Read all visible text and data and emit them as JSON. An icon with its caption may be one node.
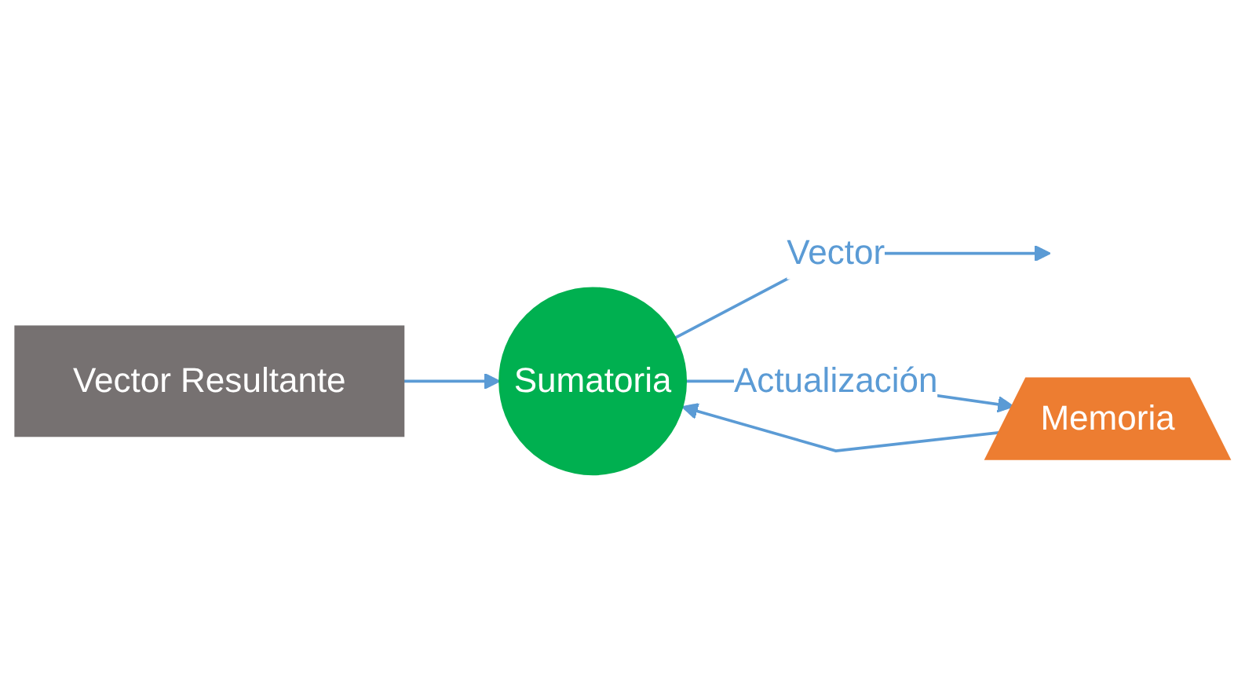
{
  "diagram": {
    "nodes": [
      {
        "text": [
          "Vector Resultante"
        ]
      },
      {
        "text": [
          "Sumatoria"
        ]
      },
      {
        "text": [
          "Memoria"
        ]
      }
    ],
    "edges": [
      {
        "from": 0,
        "to": 1,
        "arrow": "to"
      },
      {
        "from": 1,
        "to": null,
        "arrow": "to",
        "label": "Vector"
      },
      {
        "from": 1,
        "to": 2,
        "arrow": "to",
        "label": "Actualización"
      },
      {
        "from": 2,
        "to": 1,
        "arrow": "to"
      }
    ]
  }
}
